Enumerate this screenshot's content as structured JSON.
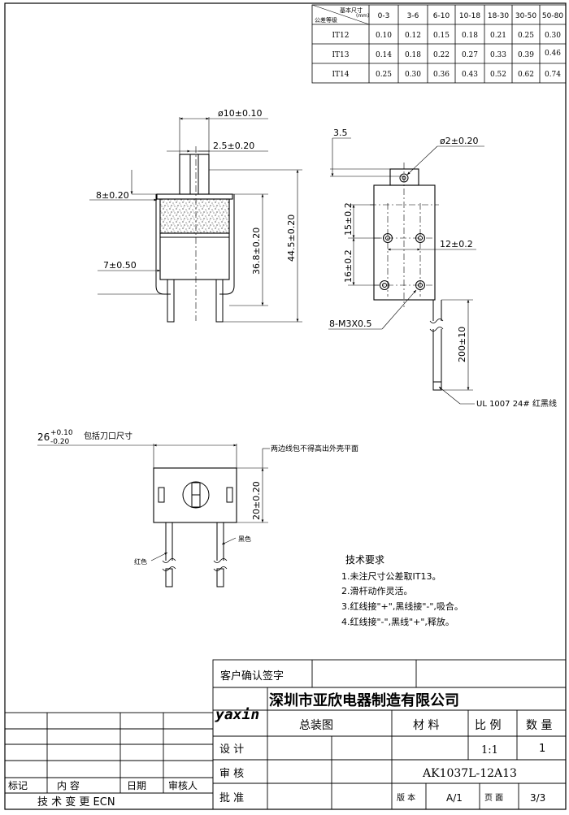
{
  "tolerance_table": {
    "header_top": "基本尺寸",
    "header_unit": "(mm)",
    "header_bottom": "公差等级",
    "columns": [
      "0-3",
      "3-6",
      "6-10",
      "10-18",
      "18-30",
      "30-50",
      "50-80"
    ],
    "rows": [
      {
        "grade": "IT12",
        "values": [
          "0.10",
          "0.12",
          "0.15",
          "0.18",
          "0.21",
          "0.25",
          "0.30"
        ]
      },
      {
        "grade": "IT13",
        "values": [
          "0.14",
          "0.18",
          "0.22",
          "0.27",
          "0.33",
          "0.39",
          "0.46"
        ]
      },
      {
        "grade": "IT14",
        "values": [
          "0.25",
          "0.30",
          "0.36",
          "0.43",
          "0.52",
          "0.62",
          "0.74"
        ]
      }
    ]
  },
  "front_view": {
    "dim_diameter": "ø10±0.10",
    "dim_shaft_width": "2.5±0.20",
    "dim_top": "8±0.20",
    "dim_bottom": "7±0.50",
    "dim_body_height": "36.8±0.20",
    "dim_total_height": "44.5±0.20"
  },
  "side_view": {
    "dim_top_offset": "3.5",
    "dim_hole_dia": "ø2±0.20",
    "dim_upper": "15±0.2",
    "dim_lower": "16±0.2",
    "dim_hole_spacing": "12±0.2",
    "dim_screws": "8-M3X0.5",
    "dim_wire_length": "200±10",
    "wire_spec": "UL 1007 24# 红黑线"
  },
  "top_view": {
    "dim_width_main": "26",
    "dim_width_tol_upper": "+0.10",
    "dim_width_tol_lower": "-0.20",
    "dim_width_note": "包括刀口尺寸",
    "note_wires": "两边线包不得高出外壳平面",
    "dim_height": "20±0.20",
    "label_black": "黑色",
    "label_red": "红色"
  },
  "requirements": {
    "title": "技术要求",
    "items": [
      "1.未注尺寸公差取IT13。",
      "2.滑杆动作灵活。",
      "3.红线接\"+\",黑线接\"-\",吸合。",
      "4.红线接\"-\",黑线\"+\",释放。"
    ]
  },
  "title_block": {
    "customer_sign": "客户确认签字",
    "logo": "yaxin",
    "company": "深圳市亚欣电器制造有限公司",
    "drawing_name": "总装图",
    "material_label": "材 料",
    "scale_label": "比 例",
    "quantity_label": "数 量",
    "design_label": "设 计",
    "scale_value": "1:1",
    "quantity_value": "1",
    "review_label": "审 核",
    "part_number": "AK1037L-12A13",
    "approve_label": "批 准",
    "version_label": "版 本",
    "version_value": "A/1",
    "page_label": "页 面",
    "page_value": "3/3"
  },
  "revision_block": {
    "columns": [
      "标记",
      "内 容",
      "日期",
      "审核人"
    ],
    "footer": "技 术 变 更 ECN"
  }
}
